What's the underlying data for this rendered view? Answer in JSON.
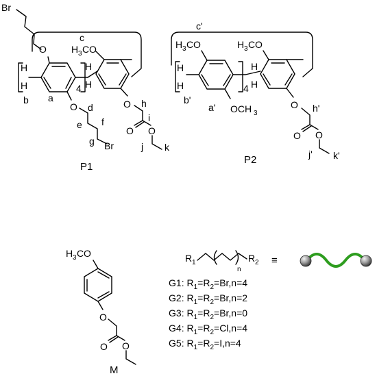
{
  "compounds": {
    "p1": {
      "caption": "P1",
      "atoms": {
        "br_top": "Br",
        "o_ring1": "O",
        "o_methoxy": "O",
        "o_ring2": "O",
        "o_ring3": "O",
        "o_ester": "O",
        "o_carbonyl": "O",
        "br_chain": "Br",
        "h_upper": "H",
        "h_lower": "H",
        "h_link_upper": "H",
        "h_link_lower": "H"
      },
      "methoxy": {
        "h": "H",
        "sub3": "3",
        "c": "C"
      },
      "repeat_n": "4",
      "proton_labels": {
        "a": "a",
        "b": "b",
        "c": "c",
        "d": "d",
        "e": "e",
        "f": "f",
        "g": "g",
        "h": "h",
        "i": "i",
        "j": "j",
        "k": "k"
      }
    },
    "p2": {
      "caption": "P2",
      "atoms": {
        "o_methoxy_left": "O",
        "o_methoxy_right": "O",
        "o_methoxy_bottom": "O",
        "o_ring": "O",
        "o_ester": "O",
        "o_carbonyl": "O",
        "h_upper": "H",
        "h_lower": "H",
        "h_link_upper": "H",
        "h_link_lower": "H"
      },
      "methoxy": {
        "h": "H",
        "sub3": "3",
        "c": "C",
        "och_prefix": "OCH"
      },
      "repeat_n": "4",
      "proton_labels": {
        "a": "a'",
        "b": "b'",
        "c": "c'",
        "h": "h'",
        "j": "j'",
        "k": "k'"
      }
    },
    "m": {
      "caption": "M",
      "atoms": {
        "o_methoxy": "O",
        "o_ether": "O",
        "o_carbonyl": "O",
        "o_ester": "O"
      },
      "methoxy": {
        "h": "H",
        "sub3": "3",
        "c": "C"
      }
    }
  },
  "guest_general": {
    "r1": "R",
    "r1_sub": "1",
    "r2": "R",
    "r2_sub": "2",
    "n": "n",
    "equiv_symbol": "≡",
    "colors": {
      "chain": "#2e9d1f",
      "bead": "#8a8a8a"
    }
  },
  "guests": [
    {
      "id": "G1",
      "r": "R",
      "s1": "1",
      "eq": "=R",
      "s2": "2",
      "rest": "=Br,n=4"
    },
    {
      "id": "G2",
      "r": "R",
      "s1": "1",
      "eq": "=R",
      "s2": "2",
      "rest": "=Br,n=2"
    },
    {
      "id": "G3",
      "r": "R",
      "s1": "1",
      "eq": "=R",
      "s2": "2",
      "rest": "=Br,n=0"
    },
    {
      "id": "G4",
      "r": "R",
      "s1": "1",
      "eq": "=R",
      "s2": "2",
      "rest": "=Cl,n=4"
    },
    {
      "id": "G5",
      "r": "R",
      "s1": "1",
      "eq": "=R",
      "s2": "2",
      "rest": "=I,n=4"
    }
  ]
}
